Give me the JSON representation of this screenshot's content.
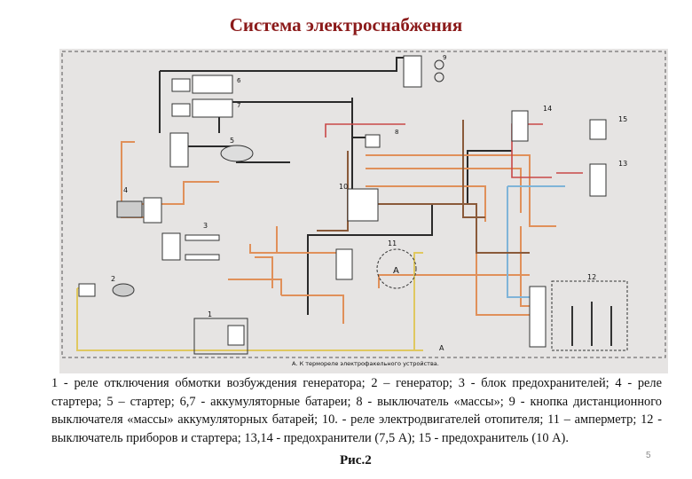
{
  "slide": {
    "title": "Система электроснабжения",
    "caption": "1 - реле отключения обмотки возбуждения генератора; 2 – генератор; 3 - блок предохранителей; 4 - реле стартера; 5 – стартер; 6,7 - аккумуляторные батареи; 8 - выключатель «массы»; 9 - кнопка дистанционного выключателя «массы» аккумуляторных батарей; 10. - реле электродвигателей отопителя; 11 – амперметр; 12 - выключатель приборов и стартера; 13,14 - предохранители (7,5 А); 15 - предохранитель (10 А).",
    "figure_label": "Рис.2",
    "page_number": "5"
  },
  "diagram": {
    "component_numbers": [
      "1",
      "2",
      "3",
      "4",
      "5",
      "6",
      "7",
      "8",
      "9",
      "10",
      "11",
      "12",
      "13",
      "14",
      "15"
    ],
    "footnote": "А. К термореле электрофакельного устройства.",
    "wire_end_label": "А",
    "wire_colors": {
      "black": "#2a2a2a",
      "orange": "#e0905a",
      "yellow": "#e0c860",
      "blue": "#7fb4d8",
      "brown": "#8a5a3a",
      "red": "#c84848"
    }
  }
}
